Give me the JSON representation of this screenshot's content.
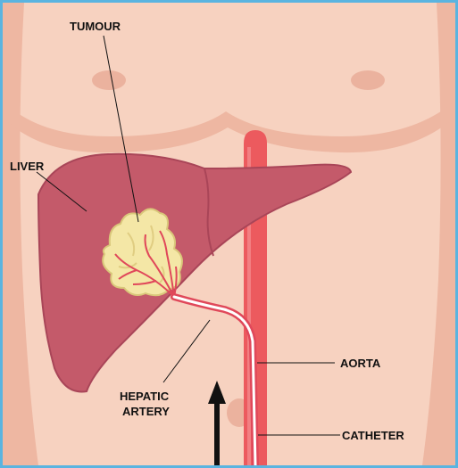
{
  "diagram": {
    "labels": {
      "tumour": "TUMOUR",
      "liver": "LIVER",
      "aorta": "AORTA",
      "hepatic_artery_line1": "HEPATIC",
      "hepatic_artery_line2": "ARTERY",
      "catheter": "CATHETER"
    },
    "colors": {
      "skin": "#f7d2c0",
      "skin_shadow": "#eeb7a2",
      "liver": "#c45a6a",
      "liver_edge": "#a94558",
      "aorta": "#ec5a5e",
      "tumour": "#f4e7a6",
      "catheter": "#ffffff",
      "frame": "#5ab4e0"
    },
    "icons": [
      "up-arrow-icon"
    ]
  }
}
